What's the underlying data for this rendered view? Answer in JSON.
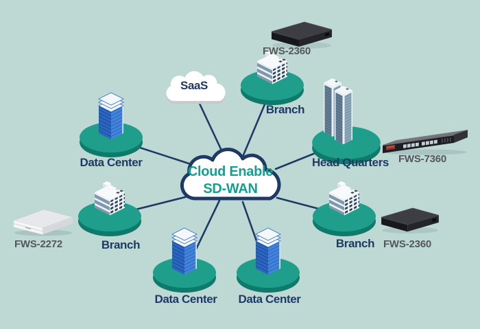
{
  "diagram_title": "Cloud Enable SD-WAN",
  "center_cloud": {
    "line1": "Cloud Enable",
    "line2": "SD-WAN"
  },
  "nodes": {
    "saas": {
      "label": "SaaS",
      "icon": "cloud-icon"
    },
    "branch_top": {
      "label": "Branch",
      "icon": "branch-building-icon"
    },
    "head_quarters": {
      "label": "Head Quarters",
      "icon": "skyscrapers-icon"
    },
    "data_center_left": {
      "label": "Data Center",
      "icon": "server-tower-icon"
    },
    "branch_left": {
      "label": "Branch",
      "icon": "branch-building-icon"
    },
    "data_center_bottom_left": {
      "label": "Data Center",
      "icon": "server-tower-icon"
    },
    "data_center_bottom_right": {
      "label": "Data Center",
      "icon": "server-tower-icon"
    },
    "branch_right": {
      "label": "Branch",
      "icon": "branch-building-icon"
    }
  },
  "devices": {
    "fws_2360_top": {
      "label": "FWS-2360",
      "icon": "black-appliance-icon"
    },
    "fws_7360": {
      "label": "FWS-7360",
      "icon": "rackmount-appliance-icon"
    },
    "fws_2272": {
      "label": "FWS-2272",
      "icon": "white-desktop-appliance-icon"
    },
    "fws_2360_right": {
      "label": "FWS-2360",
      "icon": "black-appliance-icon"
    }
  },
  "connections": [
    "cloud-saas",
    "cloud-branch-top",
    "cloud-head-quarters",
    "cloud-data-center-left",
    "cloud-branch-left",
    "cloud-data-center-bottom-left",
    "cloud-data-center-bottom-right",
    "cloud-branch-right"
  ],
  "colors": {
    "background": "#bed9d4",
    "line_navy": "#1e3a64",
    "label_navy": "#1e3a64",
    "cloud_text_teal": "#12a190",
    "platform_teal_top": "#1f9e8c",
    "platform_teal_side": "#0d7a6b",
    "device_label_gray": "#55565b"
  }
}
